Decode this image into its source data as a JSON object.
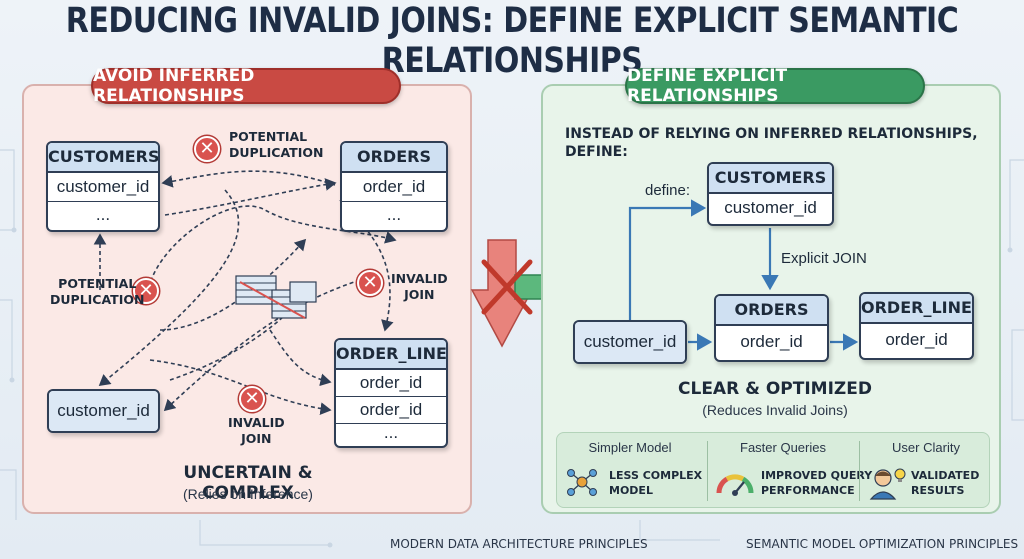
{
  "title": "REDUCING INVALID JOINS: DEFINE EXPLICIT SEMANTIC RELATIONSHIPS",
  "left_panel": {
    "header": "AVOID INFERRED RELATIONSHIPS",
    "customers_table": {
      "name": "CUSTOMERS",
      "rows": [
        "customer_id",
        "..."
      ]
    },
    "orders_table": {
      "name": "ORDERS",
      "rows": [
        "order_id",
        "..."
      ]
    },
    "order_lines_table": {
      "name": "ORDER_LINES",
      "rows": [
        "order_id",
        "order_id",
        "..."
      ]
    },
    "customer_id_box": "customer_id",
    "warnings": {
      "top": "POTENTIAL\nDUPLICATION",
      "left": "POTENTIAL\nDUPLICATION",
      "right": "INVALID\nJOIN",
      "bottom": "INVALID\nJOIN"
    },
    "caption": "UNCERTAIN & COMPLEX",
    "subcaption": "(Relies on Inference)"
  },
  "right_panel": {
    "header": "DEFINE EXPLICIT RELATIONSHIPS",
    "intro": "INSTEAD OF RELYING ON INFERRED RELATIONSHIPS, DEFINE:",
    "define_label": "define:",
    "explicit_join_label": "Explicit JOIN",
    "customers_table": {
      "name": "CUSTOMERS",
      "rows": [
        "customer_id"
      ]
    },
    "orders_table": {
      "name": "ORDERS",
      "rows": [
        "order_id"
      ]
    },
    "order_lines_table": {
      "name": "ORDER_LINES",
      "rows": [
        "order_id"
      ]
    },
    "customer_id_box": "customer_id",
    "caption": "CLEAR & OPTIMIZED",
    "subcaption": "(Reduces Invalid Joins)",
    "benefits": [
      {
        "title": "Simpler Model",
        "desc": "LESS COMPLEX\nMODEL",
        "icon": "network-icon"
      },
      {
        "title": "Faster Queries",
        "desc": "IMPROVED QUERY\nPERFORMANCE",
        "icon": "gauge-icon"
      },
      {
        "title": "User Clarity",
        "desc": "VALIDATED\nRESULTS",
        "icon": "user-idea-icon"
      }
    ]
  },
  "footer": {
    "left": "MODERN DATA ARCHITECTURE PRINCIPLES",
    "right": "SEMANTIC MODEL OPTIMIZATION PRINCIPLES"
  },
  "colors": {
    "red": "#c94a43",
    "green": "#3a9a62",
    "table_header": "#cfe0f2",
    "arrow_blue": "#3a78b5"
  }
}
